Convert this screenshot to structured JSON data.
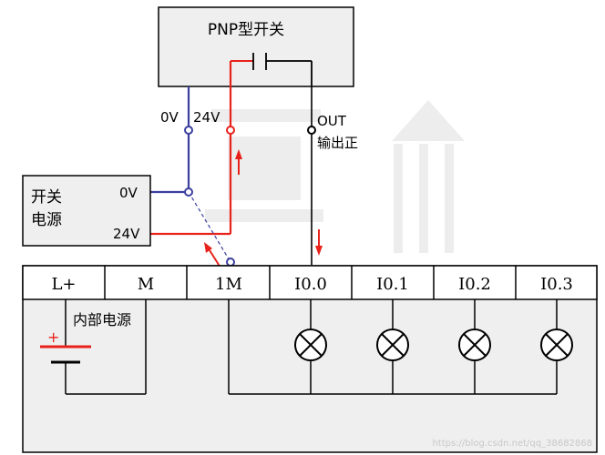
{
  "pnp_switch": {
    "title": "PNP型开关"
  },
  "sensor_pins": {
    "zero_v": "0V",
    "v24": "24V",
    "out": "OUT",
    "out_desc": "输出正"
  },
  "power_supply": {
    "title_line1": "开关",
    "title_line2": "电源",
    "zero_v": "0V",
    "v24": "24V"
  },
  "plc": {
    "terminals": [
      "L+",
      "M",
      "1M",
      "I0.0",
      "I0.1",
      "I0.2",
      "I0.3"
    ],
    "internal_power_label": "内部电源",
    "plus_sign": "+"
  },
  "colors": {
    "neg_wire": "#3b3f9e",
    "pos_wire": "#e8221b",
    "line": "#000000",
    "box_fill": "#efefef",
    "watermark": "#ededed"
  },
  "watermark_text": "https://blog.csdn.net/qq_38682868"
}
